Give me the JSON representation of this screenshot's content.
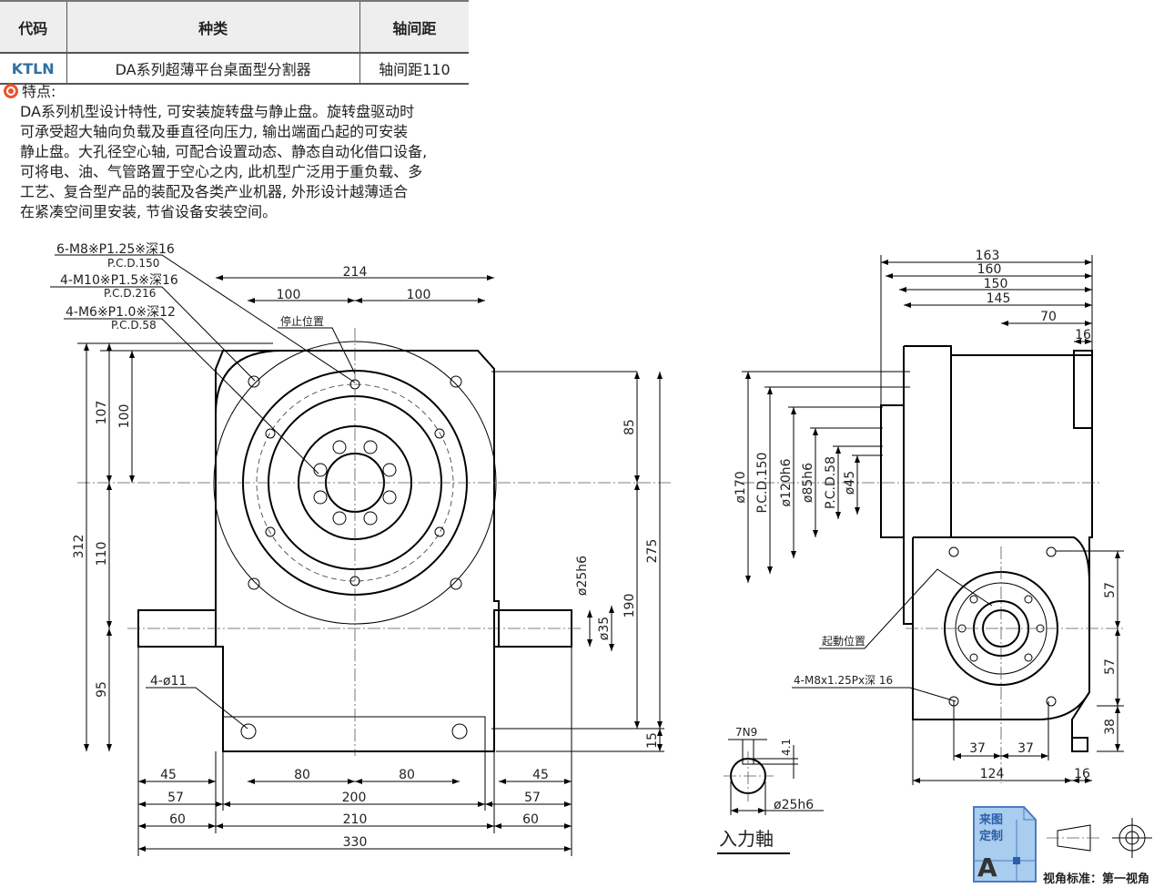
{
  "table": {
    "headers": [
      "代码",
      "种类",
      "轴间距"
    ],
    "row": [
      "KTLN",
      "DA系列超薄平台桌面型分割器",
      "轴间距110"
    ]
  },
  "features": {
    "title": "特点:",
    "lines": [
      "DA系列机型设计特性, 可安装旋转盘与静止盘。旋转盘驱动时",
      "可承受超大轴向负载及垂直径向压力, 输出端面凸起的可安装",
      "静止盘。大孔径空心轴, 可配合设置动态、静态自动化借口设备,",
      "可将电、油、气管路置于空心之内, 此机型广泛用于重负载、多",
      "工艺、复合型产品的装配及各类产业机器, 外形设计越薄适合",
      "在紧凑空间里安装, 节省设备安装空间。"
    ]
  },
  "front": {
    "callouts": [
      "6-M8※P1.25※深16",
      "P.C.D.150",
      "4-M10※P1.5※深16",
      "P.C.D.216",
      "4-M6※P1.0※深12",
      "P.C.D.58",
      "停止位置",
      "4-ø11"
    ],
    "dims": {
      "w214": "214",
      "h100a": "100",
      "h100b": "100",
      "v312": "312",
      "v107": "107",
      "v100": "100",
      "v110": "110",
      "v95": "95",
      "v85": "85",
      "v275": "275",
      "v190": "190",
      "v15": "15",
      "d25": "ø25h6",
      "d35": "ø35",
      "b45a": "45",
      "b80a": "80",
      "b80b": "80",
      "b45b": "45",
      "b57a": "57",
      "b200": "200",
      "b57b": "57",
      "b60a": "60",
      "b210": "210",
      "b60b": "60",
      "b330": "330"
    }
  },
  "side": {
    "dims": {
      "t163": "163",
      "t160": "160",
      "t150": "150",
      "t145": "145",
      "t70": "70",
      "t16": "16",
      "d170": "ø170",
      "pcd150": "P.C.D.150",
      "d120": "ø120h6",
      "d85": "ø85h6",
      "pcd58": "P.C.D.58",
      "d45": "ø45",
      "r57a": "57",
      "r57b": "57",
      "r38": "38",
      "b37a": "37",
      "b37b": "37",
      "b124": "124",
      "b16": "16"
    },
    "callouts": [
      "起動位置",
      "4-M8x1.25Px深 16"
    ]
  },
  "shaft": {
    "key": "7N9",
    "depth": "4.1",
    "dia": "ø25h6",
    "title": "入力軸"
  },
  "legend": {
    "badge": [
      "来图",
      "定制",
      "A"
    ],
    "caption": "视角标准：第一视角"
  },
  "colors": {
    "accent": "#e8542a",
    "code": "#2f6fa0",
    "badge": "#4a7cc0"
  }
}
